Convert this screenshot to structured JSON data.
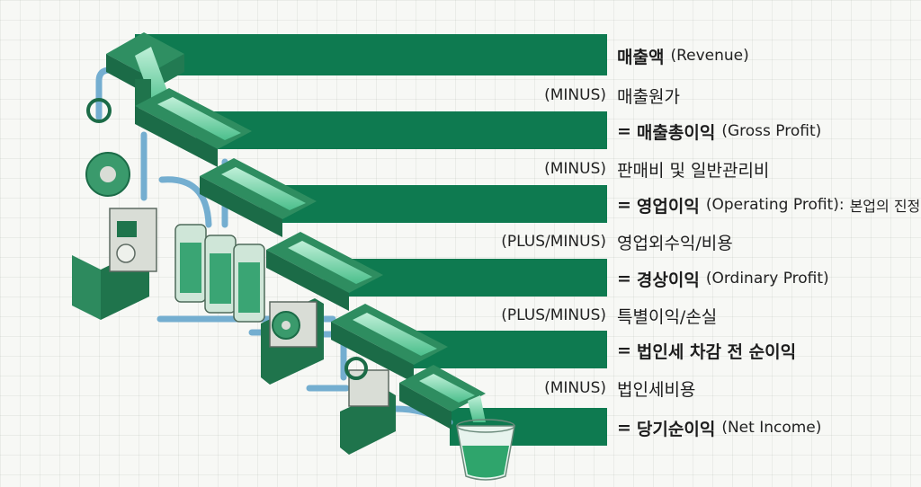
{
  "flow_steps": [
    {
      "prefix": "",
      "ko": "매출액",
      "en": "(Revenue)",
      "note": ""
    },
    {
      "prefix": "=",
      "ko": "매출총이익",
      "en": "(Gross Profit)",
      "note": ""
    },
    {
      "prefix": "=",
      "ko": "영업이익",
      "en": "(Operating Profit):",
      "note": "본업의 진정"
    },
    {
      "prefix": "=",
      "ko": "경상이익",
      "en": "(Ordinary Profit)",
      "note": ""
    },
    {
      "prefix": "=",
      "ko": "법인세 차감 전 순이익",
      "en": "",
      "note": ""
    },
    {
      "prefix": "=",
      "ko": "당기순이익",
      "en": "(Net Income)",
      "note": ""
    }
  ],
  "operations": [
    {
      "op": "(MINUS)",
      "label": "매출원가"
    },
    {
      "op": "(MINUS)",
      "label": "판매비 및 일반관리비"
    },
    {
      "op": "(PLUS/MINUS)",
      "label": "영업외수익/비용"
    },
    {
      "op": "(PLUS/MINUS)",
      "label": "특별이익/손실"
    },
    {
      "op": "(MINUS)",
      "label": "법인세비용"
    }
  ],
  "colors": {
    "band": "#0e7a50",
    "pipe_dark": "#1a6e48",
    "pipe_mid": "#2f8f62",
    "pipe_light": "#5cc495",
    "water": "#7ad7b0",
    "metal": "#d9ddd6",
    "blue_pipe": "#7fb6d6"
  }
}
